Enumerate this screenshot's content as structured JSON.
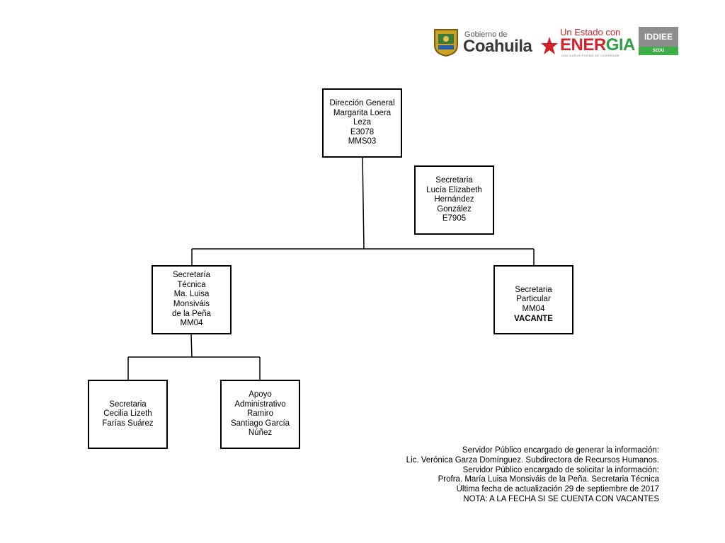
{
  "logos": {
    "gobierno_small": "Gobierno de",
    "gobierno_big": "Coahuila",
    "estado_small": "Un Estado con",
    "energia_big_1": "ENER",
    "energia_big_2": "GIA",
    "energia_tagline": "UNA NUEVA FORMA DE GOBERNAR",
    "iddiee": "IDDIEE",
    "sedu": "SEDU"
  },
  "nodes": {
    "direccion": [
      "Dirección General",
      "Margarita Loera",
      "Leza",
      "E3078",
      "MMS03"
    ],
    "secretaria_dg": [
      "Secretaria",
      "Lucía Elizabeth",
      "Hernández",
      "González",
      "E7905"
    ],
    "sec_tecnica": [
      "Secretaría",
      "Técnica",
      "Ma. Luisa",
      "Monsiváis",
      "de la Peña",
      "MM04"
    ],
    "sec_particular": [
      "Secretaria",
      "Particular",
      "MM04",
      "VACANTE"
    ],
    "secretaria_cecilia": [
      "Secretaria",
      "Cecilia Lizeth",
      "Farías Suárez"
    ],
    "apoyo": [
      "Apoyo",
      "Administrativo",
      "Ramiro",
      "Santiago García",
      "Núñez"
    ]
  },
  "footer": [
    "Servidor Público encargado de generar la información:",
    "Lic. Verónica Garza Domínguez. Subdirectora de Recursos Humanos.",
    "Servidor Público encargado de solicitar la información:",
    "Profra. María Luisa Monsiváis de la Peña. Secretaria Técnica",
    "Última fecha de actualización 29 de septiembre de 2017",
    "NOTA: A LA FECHA SI SE CUENTA CON VACANTES"
  ],
  "colors": {
    "line": "#000000",
    "coahuila_gold": "#c9a227",
    "energia_red": "#d2232a",
    "energia_green": "#2f9e44",
    "iddiee_gray": "#8d8d8d",
    "sedu_green": "#3eae49"
  }
}
